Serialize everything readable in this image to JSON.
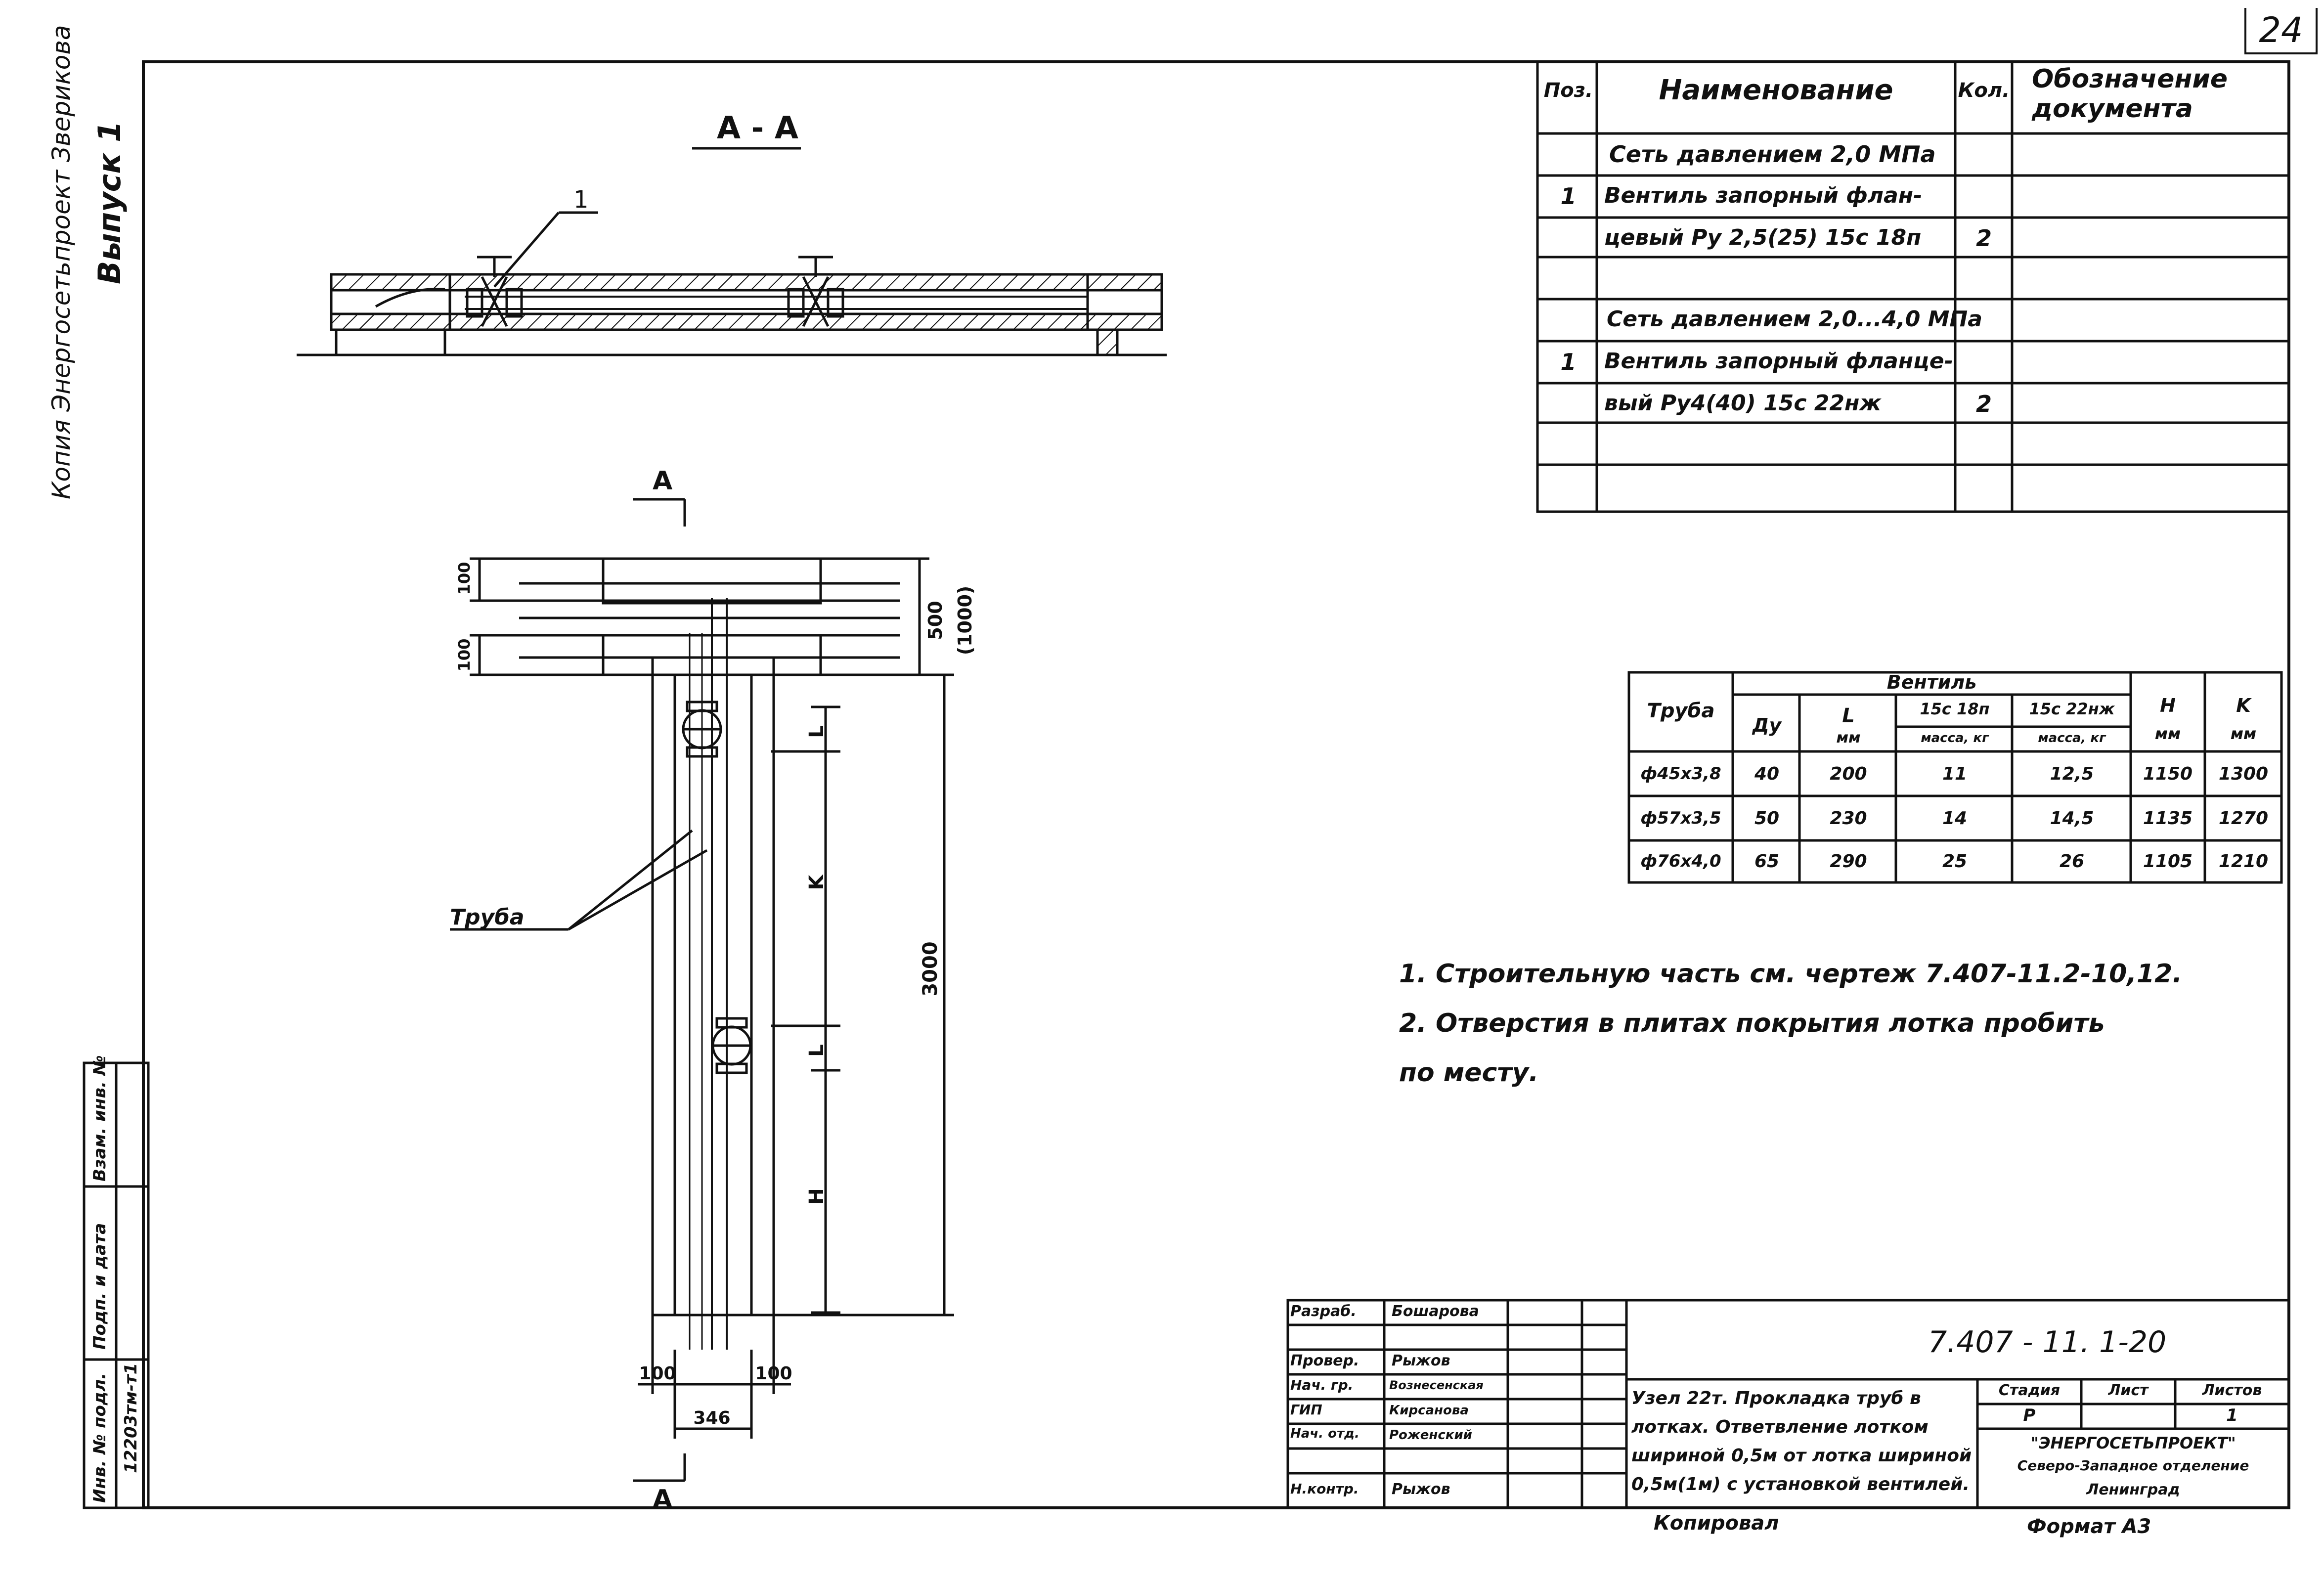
{
  "sheet_number": "24",
  "left_margin": {
    "author": "Копия Энергосетьпроект Зверикова",
    "issue": "Выпуск 1"
  },
  "section_label": "А - А",
  "cut_label": "А",
  "callout_1": "1",
  "pipe_label": "Труба",
  "dimensions": {
    "d100_top": "100",
    "d100_mid": "100",
    "d500": "500",
    "d1000": "(1000)",
    "d3000": "3000",
    "L1": "L",
    "L2": "L",
    "K": "K",
    "H": "H",
    "b100_left": "100",
    "b100_right": "100",
    "b346": "346"
  },
  "spec": {
    "headers": [
      "Поз.",
      "Наименование",
      "Кол.",
      "Обозначение документа"
    ],
    "rows": [
      [
        "",
        "Сеть давлением 2,0 МПа",
        "",
        ""
      ],
      [
        "1",
        "Вентиль запорный флан-",
        "",
        ""
      ],
      [
        "",
        "цевый Ру 2,5(25) 15с 18п",
        "2",
        ""
      ],
      [
        "",
        "",
        "",
        ""
      ],
      [
        "",
        "Сеть давлением 2,0...4,0 МПа",
        "",
        ""
      ],
      [
        "1",
        "Вентиль запорный фланце-",
        "",
        ""
      ],
      [
        "",
        "вый Ру4(40) 15с 22нж",
        "2",
        ""
      ],
      [
        "",
        "",
        "",
        ""
      ],
      [
        "",
        "",
        "",
        ""
      ]
    ]
  },
  "valve_table": {
    "col_pipe": "Труба",
    "group": "Вентиль",
    "col_du": "Ду",
    "col_l": "L",
    "col_l_unit": "мм",
    "col_18p": "15с 18п",
    "col_22nzh": "15с 22нж",
    "mass": "масса, кг",
    "col_h": "H",
    "col_k": "K",
    "unit_mm": "мм",
    "rows": [
      [
        "ф45х3,8",
        "40",
        "200",
        "11",
        "12,5",
        "1150",
        "1300"
      ],
      [
        "ф57х3,5",
        "50",
        "230",
        "14",
        "14,5",
        "1135",
        "1270"
      ],
      [
        "ф76х4,0",
        "65",
        "290",
        "25",
        "26",
        "1105",
        "1210"
      ]
    ]
  },
  "notes": [
    "1.  Строительную   часть   см.   чертеж  7.407-11.2-10,12.",
    "2.  Отверстия  в  плитах  покрытия  лотка  пробить",
    "по  месту."
  ],
  "stamp_left": {
    "rows": [
      [
        "Разраб.",
        "Бошарова"
      ],
      [
        "Провер.",
        "Рыжов"
      ],
      [
        "Нач. гр.",
        "Вознесенская"
      ],
      [
        "ГИП",
        "Кирсанова"
      ],
      [
        "Нач. отд.",
        "Роженский"
      ],
      [
        "",
        ""
      ],
      [
        "Н.контр.",
        "Рыжов"
      ]
    ]
  },
  "stamp_right": {
    "code": "7.407 - 11. 1-20",
    "title": "Узел 22т. Прокладка труб в лотках. Ответвление лотком шириной 0,5м от лотка шириной 0,5м(1м) с установкой вентилей.",
    "stage_label": "Стадия",
    "sheet_label": "Лист",
    "sheets_label": "Листов",
    "stage": "Р",
    "sheet": "",
    "sheets": "1",
    "org1": "\"ЭНЕРГОСЕТЬПРОЕКТ\"",
    "org2": "Северо-Западное отделение",
    "org3": "Ленинград"
  },
  "inv_strip": {
    "labels": [
      "Инв. № подл.",
      "Подп. и дата",
      "Взам. инв. №"
    ],
    "inv_value": "12203тм-т1"
  },
  "bottom": {
    "copied": "Копировал",
    "format": "Формат А3"
  }
}
